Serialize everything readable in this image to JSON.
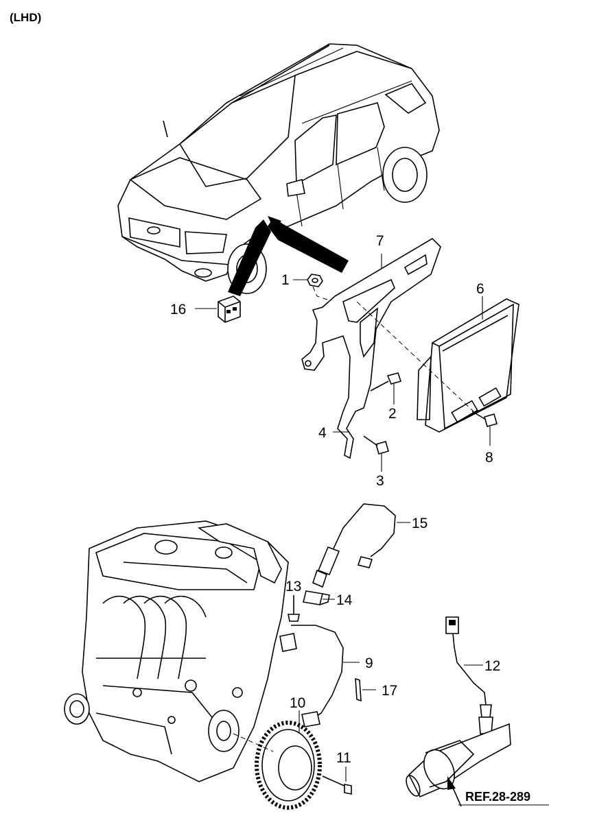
{
  "header": {
    "title": "(LHD)"
  },
  "callouts": {
    "c1": "1",
    "c2": "2",
    "c3": "3",
    "c4": "4",
    "c6": "6",
    "c7": "7",
    "c8": "8",
    "c9": "9",
    "c10": "10",
    "c11": "11",
    "c12": "12",
    "c13": "13",
    "c14": "14",
    "c15": "15",
    "c16": "16",
    "c17": "17"
  },
  "reference": {
    "label": "REF.28-289"
  }
}
